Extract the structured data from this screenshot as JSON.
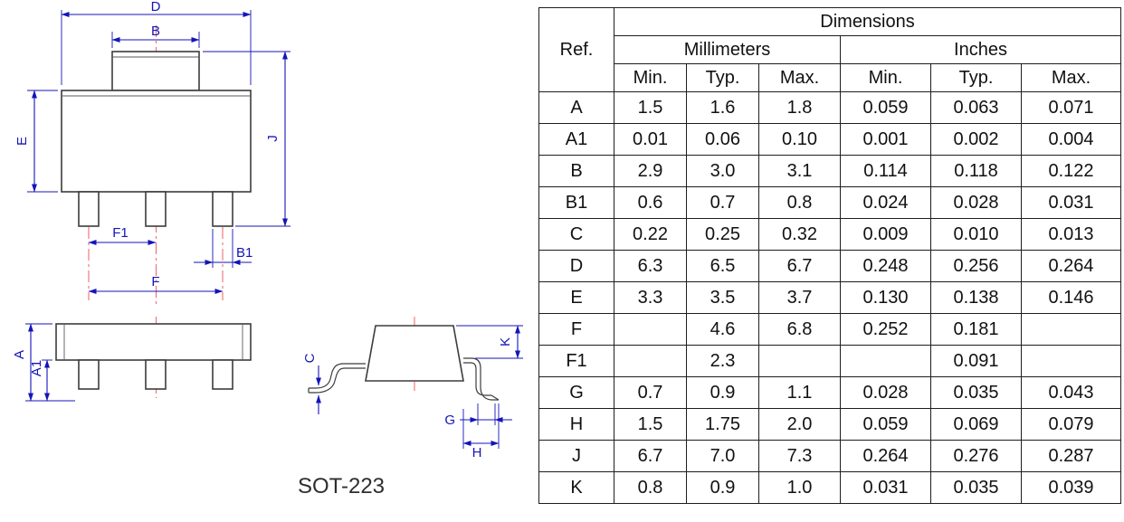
{
  "page": {
    "background": "#ffffff"
  },
  "diagram": {
    "caption": "SOT-223",
    "colors": {
      "dimension_blue": "#1414b8",
      "outline_gray": "#3c3c3c",
      "centerline_red": "#ee6e6e"
    },
    "top_view_labels": {
      "d": "D",
      "b": "B",
      "e": "E",
      "j": "J",
      "f1": "F1",
      "b1": "B1",
      "f": "F"
    },
    "side_view_labels": {
      "a": "A",
      "a1": "A1"
    },
    "end_view_labels": {
      "c": "C",
      "k": "K",
      "g": "G",
      "h": "H"
    }
  },
  "table": {
    "title": "Dimensions",
    "ref_header": "Ref.",
    "unit_headers": [
      "Millimeters",
      "Inches"
    ],
    "col_headers": [
      "Min.",
      "Typ.",
      "Max.",
      "Min.",
      "Typ.",
      "Max."
    ],
    "rows": [
      {
        "ref": "A",
        "values": [
          "1.5",
          "1.6",
          "1.8",
          "0.059",
          "0.063",
          "0.071"
        ]
      },
      {
        "ref": "A1",
        "values": [
          "0.01",
          "0.06",
          "0.10",
          "0.001",
          "0.002",
          "0.004"
        ]
      },
      {
        "ref": "B",
        "values": [
          "2.9",
          "3.0",
          "3.1",
          "0.114",
          "0.118",
          "0.122"
        ]
      },
      {
        "ref": "B1",
        "values": [
          "0.6",
          "0.7",
          "0.8",
          "0.024",
          "0.028",
          "0.031"
        ]
      },
      {
        "ref": "C",
        "values": [
          "0.22",
          "0.25",
          "0.32",
          "0.009",
          "0.010",
          "0.013"
        ]
      },
      {
        "ref": "D",
        "values": [
          "6.3",
          "6.5",
          "6.7",
          "0.248",
          "0.256",
          "0.264"
        ]
      },
      {
        "ref": "E",
        "values": [
          "3.3",
          "3.5",
          "3.7",
          "0.130",
          "0.138",
          "0.146"
        ]
      },
      {
        "ref": "F",
        "values": [
          "",
          "4.6",
          "6.8",
          "0.252",
          "0.181",
          ""
        ]
      },
      {
        "ref": "F1",
        "values": [
          "",
          "2.3",
          "",
          "",
          "0.091",
          ""
        ]
      },
      {
        "ref": "G",
        "values": [
          "0.7",
          "0.9",
          "1.1",
          "0.028",
          "0.035",
          "0.043"
        ]
      },
      {
        "ref": "H",
        "values": [
          "1.5",
          "1.75",
          "2.0",
          "0.059",
          "0.069",
          "0.079"
        ]
      },
      {
        "ref": "J",
        "values": [
          "6.7",
          "7.0",
          "7.3",
          "0.264",
          "0.276",
          "0.287"
        ]
      },
      {
        "ref": "K",
        "values": [
          "0.8",
          "0.9",
          "1.0",
          "0.031",
          "0.035",
          "0.039"
        ]
      }
    ]
  }
}
